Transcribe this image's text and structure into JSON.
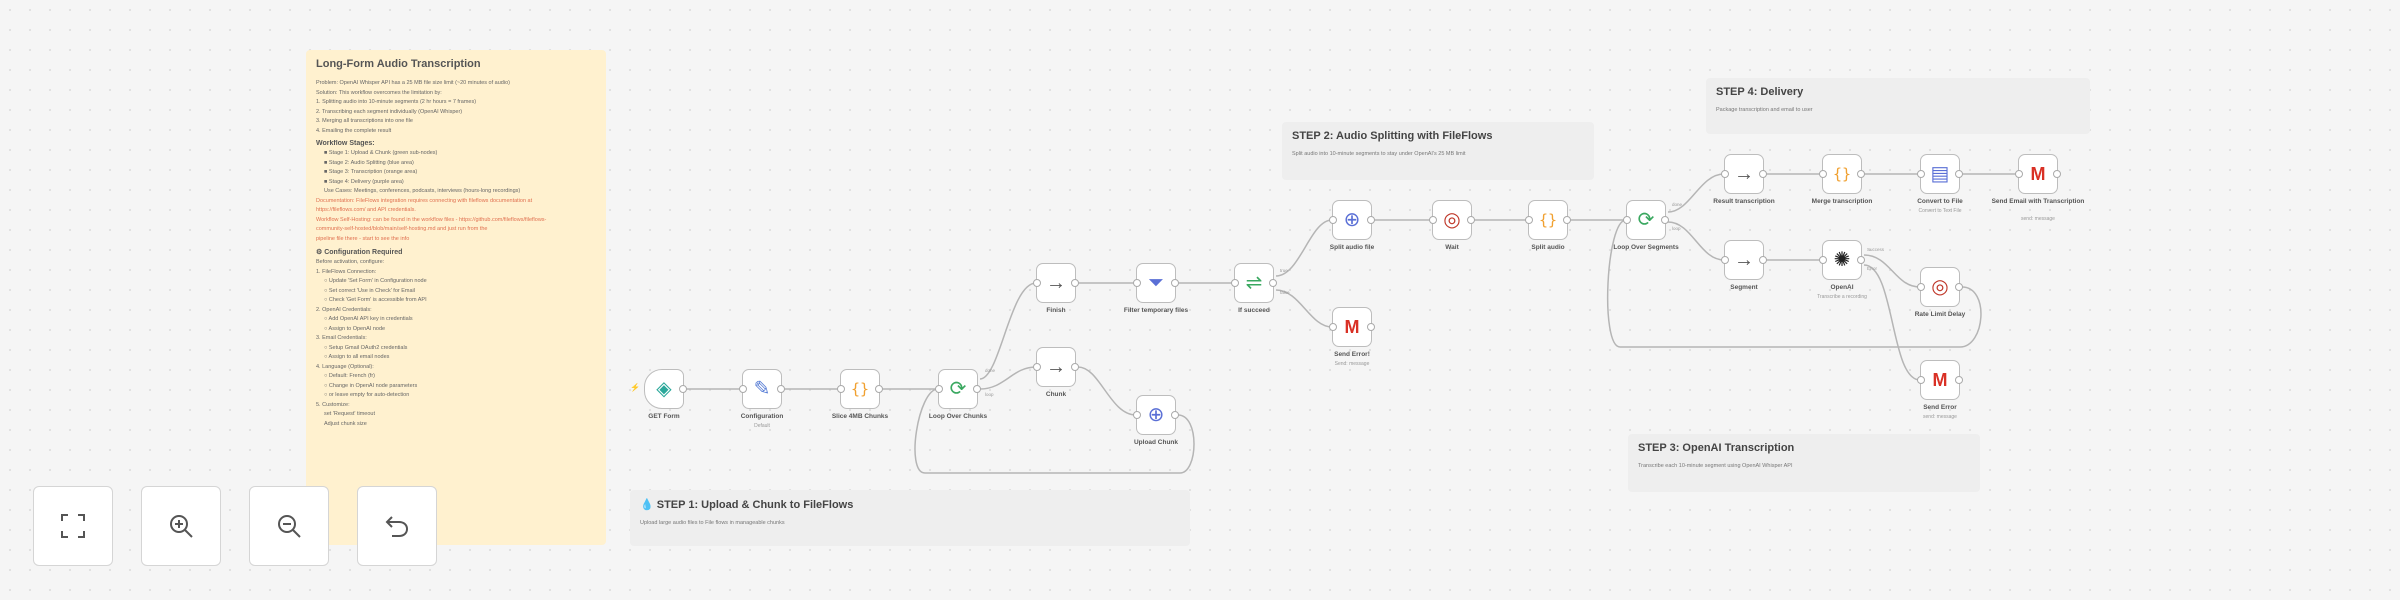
{
  "doc_note": {
    "title": "Long-Form Audio Transcription",
    "lines": [
      {
        "t": "Problem: OpenAI Whisper API has a 25 MB file size limit (~20 minutes of audio)",
        "c": ""
      },
      {
        "t": "Solution: This workflow overcomes the limitation by:",
        "c": ""
      },
      {
        "t": "1. Splitting audio into 10-minute segments (2 hr hours = 7 frames)",
        "c": ""
      },
      {
        "t": "2. Transcribing each segment individually (OpenAI Whisper)",
        "c": ""
      },
      {
        "t": "3. Merging all transcriptions into one file",
        "c": ""
      },
      {
        "t": "4. Emailing the complete result",
        "c": ""
      },
      {
        "t": "Workflow Stages:",
        "c": "head"
      },
      {
        "t": "■ Stage 1: Upload & Chunk (green sub-nodes)",
        "c": "indent"
      },
      {
        "t": "■ Stage 2: Audio Splitting (blue area)",
        "c": "indent"
      },
      {
        "t": "■ Stage 3: Transcription (orange area)",
        "c": "indent"
      },
      {
        "t": "■ Stage 4: Delivery (purple area)",
        "c": "indent"
      },
      {
        "t": "Use Cases: Meetings, conferences, podcasts, interviews (hours-long recordings)",
        "c": "indent"
      },
      {
        "t": "Documentation: FileFlows integration requires connecting with fileflows documentation at",
        "c": "link"
      },
      {
        "t": "https://fileflows.com/ and API credentials.",
        "c": "link"
      },
      {
        "t": "Workflow Self-Hosting: can be found in the workflow files - https://github.com/fileflows/fileflows-",
        "c": "link"
      },
      {
        "t": "community-self-hosted/blob/main/self-hosting.md and just run from the",
        "c": "link"
      },
      {
        "t": "pipeline file there - start to see the info",
        "c": "link"
      },
      {
        "t": "⚙ Configuration Required",
        "c": "head"
      },
      {
        "t": "Before activation, configure:",
        "c": ""
      },
      {
        "t": "1. FileFlows Connection:",
        "c": ""
      },
      {
        "t": "○ Update 'Set Form' in Configuration node",
        "c": "indent"
      },
      {
        "t": "○ Set correct 'Use in Check' for Email",
        "c": "indent"
      },
      {
        "t": "○ Check 'Get Form' is accessible from API",
        "c": "indent"
      },
      {
        "t": "2. OpenAI Credentials:",
        "c": ""
      },
      {
        "t": "○ Add OpenAI API key in credentials",
        "c": "indent"
      },
      {
        "t": "○ Assign to OpenAI node",
        "c": "indent"
      },
      {
        "t": "3. Email Credentials:",
        "c": ""
      },
      {
        "t": "○ Setup Gmail OAuth2 credentials",
        "c": "indent"
      },
      {
        "t": "○ Assign to all email nodes",
        "c": "indent"
      },
      {
        "t": "4. Language (Optional):",
        "c": ""
      },
      {
        "t": "○ Default: French (fr)",
        "c": "indent"
      },
      {
        "t": "○ Change in OpenAI node parameters",
        "c": "indent"
      },
      {
        "t": "○ or leave empty for auto-detection",
        "c": "indent"
      },
      {
        "t": "5. Customize:",
        "c": ""
      },
      {
        "t": "set 'Request' timeout",
        "c": "indent"
      },
      {
        "t": "Adjust chunk size",
        "c": "indent"
      }
    ]
  },
  "step_notes": [
    {
      "name": "step1-note",
      "title": "💧 STEP 1: Upload & Chunk to FileFlows",
      "desc": "Upload large audio files to File flows in manageable chunks"
    },
    {
      "name": "step2-note",
      "title": "STEP 2: Audio Splitting with FileFlows",
      "desc": "Split audio into 10-minute segments to stay under OpenAI's 25 MB limit"
    },
    {
      "name": "step3-note",
      "title": "STEP 3: OpenAI Transcription",
      "desc": "Transcribe each 10-minute segment using OpenAI Whisper API"
    },
    {
      "name": "step4-note",
      "title": "STEP 4: Delivery",
      "desc": "Package transcription and email to user"
    }
  ],
  "nodes": [
    {
      "id": "get-form",
      "label": "GET Form",
      "sub": "",
      "icon": "◈",
      "color": "#2aa89a",
      "trigger": true
    },
    {
      "id": "configuration",
      "label": "Configuration",
      "sub": "Default",
      "icon": "✎",
      "color": "#5a7fd6"
    },
    {
      "id": "slice-chunks",
      "label": "Slice 4MB Chunks",
      "sub": "",
      "icon": "{}",
      "color": "#f0a030"
    },
    {
      "id": "loop-chunks",
      "label": "Loop Over Chunks",
      "sub": "",
      "icon": "⟳",
      "color": "#3aa860"
    },
    {
      "id": "finish",
      "label": "Finish",
      "sub": "",
      "icon": "→",
      "color": "#555"
    },
    {
      "id": "chunk",
      "label": "Chunk",
      "sub": "",
      "icon": "→",
      "color": "#555"
    },
    {
      "id": "upload-chunk",
      "label": "Upload Chunk",
      "sub": "",
      "icon": "⊕",
      "color": "#5a6fd6"
    },
    {
      "id": "filter-temp",
      "label": "Filter temporary files",
      "sub": "",
      "icon": "⏷",
      "color": "#5a6fd6"
    },
    {
      "id": "if-succeed",
      "label": "If succeed",
      "sub": "",
      "icon": "⇌",
      "color": "#3aa860"
    },
    {
      "id": "split-audio-file",
      "label": "Split audio file",
      "sub": "",
      "icon": "⊕",
      "color": "#5a6fd6"
    },
    {
      "id": "send-error",
      "label": "Send Error!",
      "sub": "Send: message",
      "icon": "M",
      "color": "#d93025"
    },
    {
      "id": "wait",
      "label": "Wait",
      "sub": "",
      "icon": "◎",
      "color": "#c0392b"
    },
    {
      "id": "split-audio",
      "label": "Split audio",
      "sub": "",
      "icon": "{}",
      "color": "#f0a030"
    },
    {
      "id": "loop-segments",
      "label": "Loop Over Segments",
      "sub": "",
      "icon": "⟳",
      "color": "#3aa860"
    },
    {
      "id": "result-transcription",
      "label": "Result transcription",
      "sub": "",
      "icon": "→",
      "color": "#555"
    },
    {
      "id": "merge-transcription",
      "label": "Merge transcription",
      "sub": "",
      "icon": "{}",
      "color": "#f0a030"
    },
    {
      "id": "convert-file",
      "label": "Convert to File",
      "sub": "Convert to Text File",
      "icon": "▤",
      "color": "#5a6fd6"
    },
    {
      "id": "send-email",
      "label": "Send Email with Transcription",
      "sub": "send: message",
      "icon": "M",
      "color": "#d93025"
    },
    {
      "id": "segment",
      "label": "Segment",
      "sub": "",
      "icon": "→",
      "color": "#555"
    },
    {
      "id": "openai",
      "label": "OpenAI",
      "sub": "Transcribe a recording",
      "icon": "✺",
      "color": "#222"
    },
    {
      "id": "rate-limit-delay",
      "label": "Rate Limit Delay",
      "sub": "",
      "icon": "◎",
      "color": "#c0392b"
    },
    {
      "id": "send-error-2",
      "label": "Send Error",
      "sub": "send: message",
      "icon": "M",
      "color": "#d93025"
    }
  ],
  "edge_labels": [
    {
      "name": "loop-done-label",
      "text": "done"
    },
    {
      "name": "loop-loop-label",
      "text": "loop"
    },
    {
      "name": "if-true-label",
      "text": "true"
    },
    {
      "name": "if-false-label",
      "text": "false"
    },
    {
      "name": "seg-done-label",
      "text": "done"
    },
    {
      "name": "seg-loop-label",
      "text": "loop"
    },
    {
      "name": "openai-success-label",
      "text": "Success"
    },
    {
      "name": "openai-error-label",
      "text": "Error"
    }
  ],
  "zoom_controls": [
    {
      "id": "fit-view",
      "icon": "fit-view-icon"
    },
    {
      "id": "zoom-in",
      "icon": "zoom-in-icon"
    },
    {
      "id": "zoom-out",
      "icon": "zoom-out-icon"
    },
    {
      "id": "undo",
      "icon": "undo-icon"
    }
  ]
}
